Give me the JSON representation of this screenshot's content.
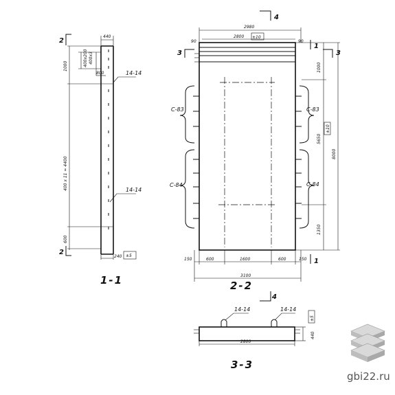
{
  "section_1_1": {
    "title": "1-1",
    "cut_label_top": "2",
    "cut_label_bottom": "2",
    "dims": {
      "width": "440",
      "top_1000": "1000",
      "mid": "400 x 11 = 4400",
      "bottom_600": "600",
      "small_a": "400x200",
      "small_b": "400x3",
      "small_c": "800",
      "thickness": "240"
    },
    "tolerance_thickness": "±5",
    "callout_1": "14-14",
    "callout_2": "14-14"
  },
  "section_2_2": {
    "title": "2-2",
    "cut_label_4_top": "4",
    "cut_label_4_bottom": "4",
    "cut_label_3_left": "3",
    "cut_label_3_right": "3",
    "cut_label_1_top": "1",
    "cut_label_1_bottom": "1",
    "dims": {
      "top_2980": "2980",
      "top_2800": "2800",
      "top_tol": "±10",
      "left_90": "90",
      "right_90": "90",
      "bottom_150_l": "150",
      "bottom_600_l": "600",
      "bottom_1600": "1600",
      "bottom_600_r": "600",
      "bottom_150_r": "150",
      "bottom_3100": "3100",
      "right_1000": "1000",
      "right_5650": "5650",
      "right_tol": "±10",
      "right_8000": "8000",
      "right_1350": "1350"
    },
    "brackets": {
      "c83_left": "C-83",
      "c84_left": "C-84",
      "c83_right": "C-83",
      "c84_right": "C-84"
    }
  },
  "section_3_3": {
    "title": "3-3",
    "callout_1": "14-14",
    "callout_2": "14-14",
    "dims": {
      "length": "2800",
      "height": "440",
      "tol": "±5"
    }
  },
  "watermark": {
    "text": "gbi22.ru",
    "icon": "stacked-slabs-icon"
  }
}
